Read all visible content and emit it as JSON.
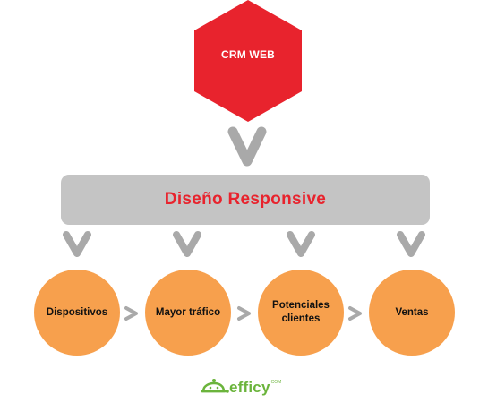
{
  "hexagon": {
    "label": "CRM WEB",
    "color": "#e8232d"
  },
  "banner": {
    "title": "Diseño Responsive",
    "background": "#c4c4c4",
    "title_color": "#e8232d"
  },
  "circles": [
    {
      "label": "Dispositivos"
    },
    {
      "label": "Mayor tráfico"
    },
    {
      "label": "Potenciales clientes"
    },
    {
      "label": "Ventas"
    }
  ],
  "circle_color": "#f7a04d",
  "chevron_color": "#a9a9a9",
  "logo": {
    "text": "efficy",
    "sup": "COM",
    "color": "#6bb43c"
  }
}
